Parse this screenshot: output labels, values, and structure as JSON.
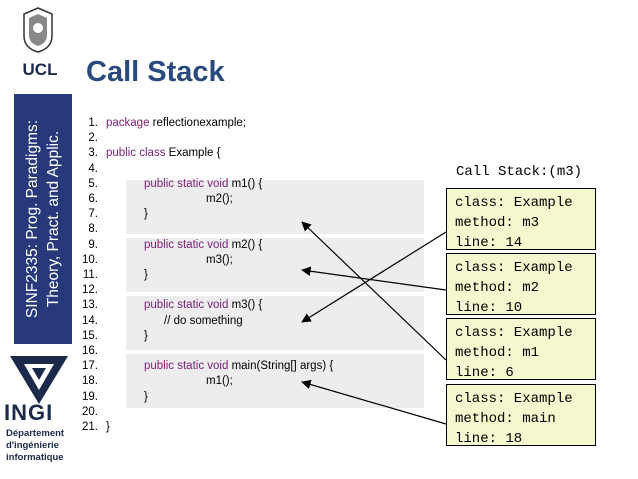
{
  "sidebar": {
    "university": "UCL",
    "course_line1": "SINF2335: Prog. Paradigms:",
    "course_line2": "Theory, Pract. and Applic.",
    "logo_text": "INGI",
    "dept_line1": "Département",
    "dept_line2": "d'ingénierie",
    "dept_line3": "informatique"
  },
  "slide": {
    "title": "Call Stack"
  },
  "code": {
    "lines": [
      {
        "n": "1.",
        "kw": "package",
        "rest": " reflectionexample;"
      },
      {
        "n": "2.",
        "kw": "",
        "rest": ""
      },
      {
        "n": "3.",
        "kw": "public class",
        "rest": " Example {"
      },
      {
        "n": "4.",
        "kw": "",
        "rest": ""
      },
      {
        "n": "5.",
        "kw": "public static void",
        "rest": " m1() {"
      },
      {
        "n": "6.",
        "kw": "",
        "rest": "m2();"
      },
      {
        "n": "7.",
        "kw": "",
        "rest": "}"
      },
      {
        "n": "8.",
        "kw": "",
        "rest": ""
      },
      {
        "n": "9.",
        "kw": "public static void",
        "rest": " m2() {"
      },
      {
        "n": "10.",
        "kw": "",
        "rest": "m3();"
      },
      {
        "n": "11.",
        "kw": "",
        "rest": "}"
      },
      {
        "n": "12.",
        "kw": "",
        "rest": ""
      },
      {
        "n": "13.",
        "kw": "public static void",
        "rest": " m3() {"
      },
      {
        "n": "14.",
        "kw": "",
        "rest": "// do something"
      },
      {
        "n": "15.",
        "kw": "",
        "rest": "}"
      },
      {
        "n": "16.",
        "kw": "",
        "rest": ""
      },
      {
        "n": "17.",
        "kw": "public static void",
        "rest": " main(String[] args) {"
      },
      {
        "n": "18.",
        "kw": "",
        "rest": "m1();"
      },
      {
        "n": "19.",
        "kw": "",
        "rest": "}"
      },
      {
        "n": "20.",
        "kw": "",
        "rest": ""
      },
      {
        "n": "21.",
        "kw": "",
        "rest": "}"
      }
    ]
  },
  "stack": {
    "title": "Call Stack:(m3)",
    "frames": [
      {
        "cls": "class: Example",
        "method": "method: m3",
        "line": "line: 14"
      },
      {
        "cls": "class: Example",
        "method": "method: m2",
        "line": "line: 10"
      },
      {
        "cls": "class: Example",
        "method": "method: m1",
        "line": "line: 6"
      },
      {
        "cls": "class: Example",
        "method": "method: main",
        "line": "line: 18"
      }
    ]
  },
  "colors": {
    "title": "#2a4a7d",
    "sidebar_bar": "#27397a",
    "keyword": "#7a1e7a",
    "frame_bg": "#f5f7cf",
    "code_bg": "#ededed"
  }
}
